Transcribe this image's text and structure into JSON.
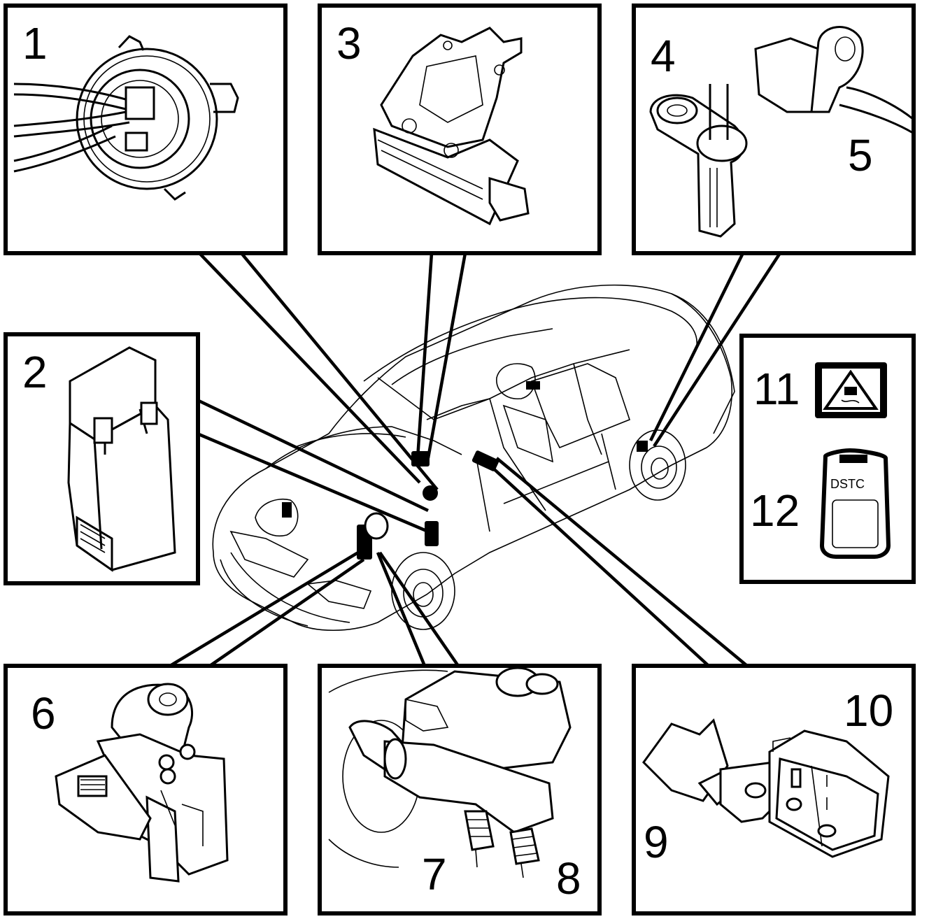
{
  "callouts": {
    "c1": "1",
    "c2": "2",
    "c3": "3",
    "c4": "4",
    "c5": "5",
    "c6": "6",
    "c7": "7",
    "c8": "8",
    "c9": "9",
    "c10": "10",
    "c11": "11",
    "c12": "12"
  },
  "dstc_button": {
    "label": "DSTC"
  },
  "icons": {
    "panel1": "steering-angle-sensor-icon",
    "panel2": "control-module-icon",
    "panel3": "yaw-rate-sensor-icon",
    "panel4": "wheel-speed-sensor-icon",
    "panel6": "abs-hydraulic-modulator-icon",
    "panel7": "brake-master-cylinder-icon",
    "panel10": "sensor-module-icon",
    "panel11": "warning-triangle-skid-icon",
    "panel12": "dstc-switch-icon"
  }
}
